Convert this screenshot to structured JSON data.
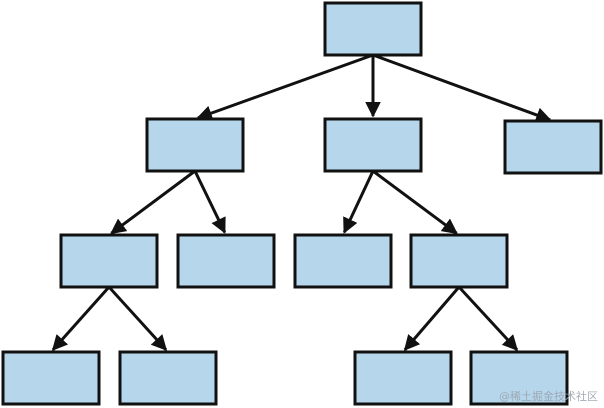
{
  "colors": {
    "node_fill": "#b6d6ec",
    "node_stroke": "#111111",
    "edge_color": "#111111",
    "background": "#ffffff"
  },
  "watermark": "@稀土掘金技术社区",
  "tree": {
    "nodes": [
      {
        "id": "root"
      },
      {
        "id": "l1-a"
      },
      {
        "id": "l1-b"
      },
      {
        "id": "l1-c"
      },
      {
        "id": "l2-a"
      },
      {
        "id": "l2-b"
      },
      {
        "id": "l2-c"
      },
      {
        "id": "l2-d"
      },
      {
        "id": "l3-a"
      },
      {
        "id": "l3-b"
      },
      {
        "id": "l3-c"
      },
      {
        "id": "l3-d"
      }
    ],
    "edges": [
      {
        "from": "root",
        "to": "l1-a"
      },
      {
        "from": "root",
        "to": "l1-b"
      },
      {
        "from": "root",
        "to": "l1-c"
      },
      {
        "from": "l1-a",
        "to": "l2-a"
      },
      {
        "from": "l1-a",
        "to": "l2-b"
      },
      {
        "from": "l1-b",
        "to": "l2-c"
      },
      {
        "from": "l1-b",
        "to": "l2-d"
      },
      {
        "from": "l2-a",
        "to": "l3-a"
      },
      {
        "from": "l2-a",
        "to": "l3-b"
      },
      {
        "from": "l2-d",
        "to": "l3-c"
      },
      {
        "from": "l2-d",
        "to": "l3-d"
      }
    ]
  }
}
